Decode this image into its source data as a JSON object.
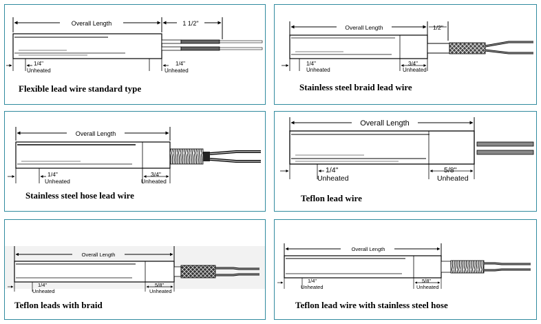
{
  "panels": [
    {
      "caption": "Flexible lead wire standard type",
      "labels": {
        "overall": "Overall Length",
        "extra": "1 1/2\"",
        "left_dim": "1/4\"",
        "left_unheated": "Unheated",
        "right_dim": "1/4\"",
        "right_unheated": "Unheated"
      },
      "lead_type": "flexible-wire"
    },
    {
      "caption": "Stainless steel braid lead wire",
      "labels": {
        "overall": "Overall Length",
        "extra": "1/2\"",
        "left_dim": "1/4\"",
        "left_unheated": "Unheated",
        "right_dim": "3/4\"",
        "right_unheated": "Unheated"
      },
      "lead_type": "stainless-braid"
    },
    {
      "caption": "Stainless steel hose lead wire",
      "labels": {
        "overall": "Overall Length",
        "left_dim": "1/4\"",
        "left_unheated": "Unheated",
        "right_dim": "3/4\"",
        "right_unheated": "Unheated"
      },
      "lead_type": "stainless-hose"
    },
    {
      "caption": "Teflon lead wire",
      "labels": {
        "overall": "Overall Length",
        "left_dim": "1/4\"",
        "left_unheated": "Unheated",
        "right_dim": "5/8\"",
        "right_unheated": "Unheated"
      },
      "lead_type": "teflon"
    },
    {
      "caption": "Teflon leads with braid",
      "labels": {
        "overall": "Overall Length",
        "left_dim": "1/4\"",
        "left_unheated": "Unheated",
        "right_dim": "5/8\"",
        "right_unheated": "Unheated"
      },
      "lead_type": "teflon-braid"
    },
    {
      "caption": "Teflon lead wire with stainless steel hose",
      "labels": {
        "overall": "Overall Length",
        "left_dim": "1/4\"",
        "left_unheated": "Unheated",
        "right_dim": "5/8\"",
        "right_unheated": "Unheated"
      },
      "lead_type": "teflon-hose"
    }
  ],
  "colors": {
    "panel_border": "#2f8a9e",
    "line": "#000000",
    "braid": "#555555"
  }
}
